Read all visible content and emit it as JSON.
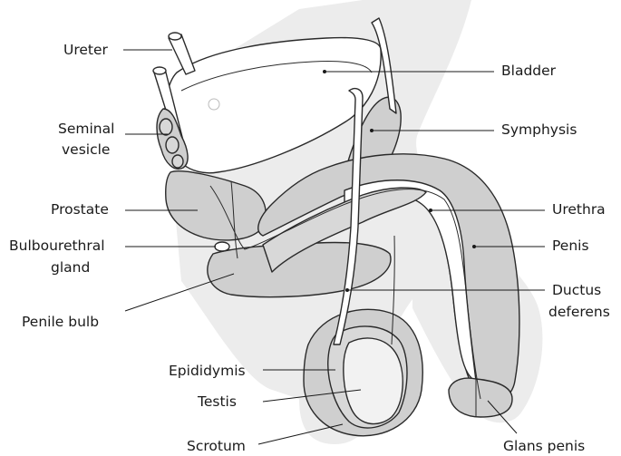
{
  "labels": {
    "ureter": "Ureter",
    "seminal_vesicle_1": "Seminal",
    "seminal_vesicle_2": "vesicle",
    "prostate": "Prostate",
    "bulbourethral_1": "Bulbourethral",
    "bulbourethral_2": "gland",
    "penile_bulb": "Penile bulb",
    "epididymis": "Epididymis",
    "testis": "Testis",
    "scrotum": "Scrotum",
    "bladder": "Bladder",
    "symphysis": "Symphysis",
    "urethra": "Urethra",
    "penis": "Penis",
    "ductus_deferens_1": "Ductus",
    "ductus_deferens_2": "deferens",
    "glans_penis": "Glans penis"
  }
}
